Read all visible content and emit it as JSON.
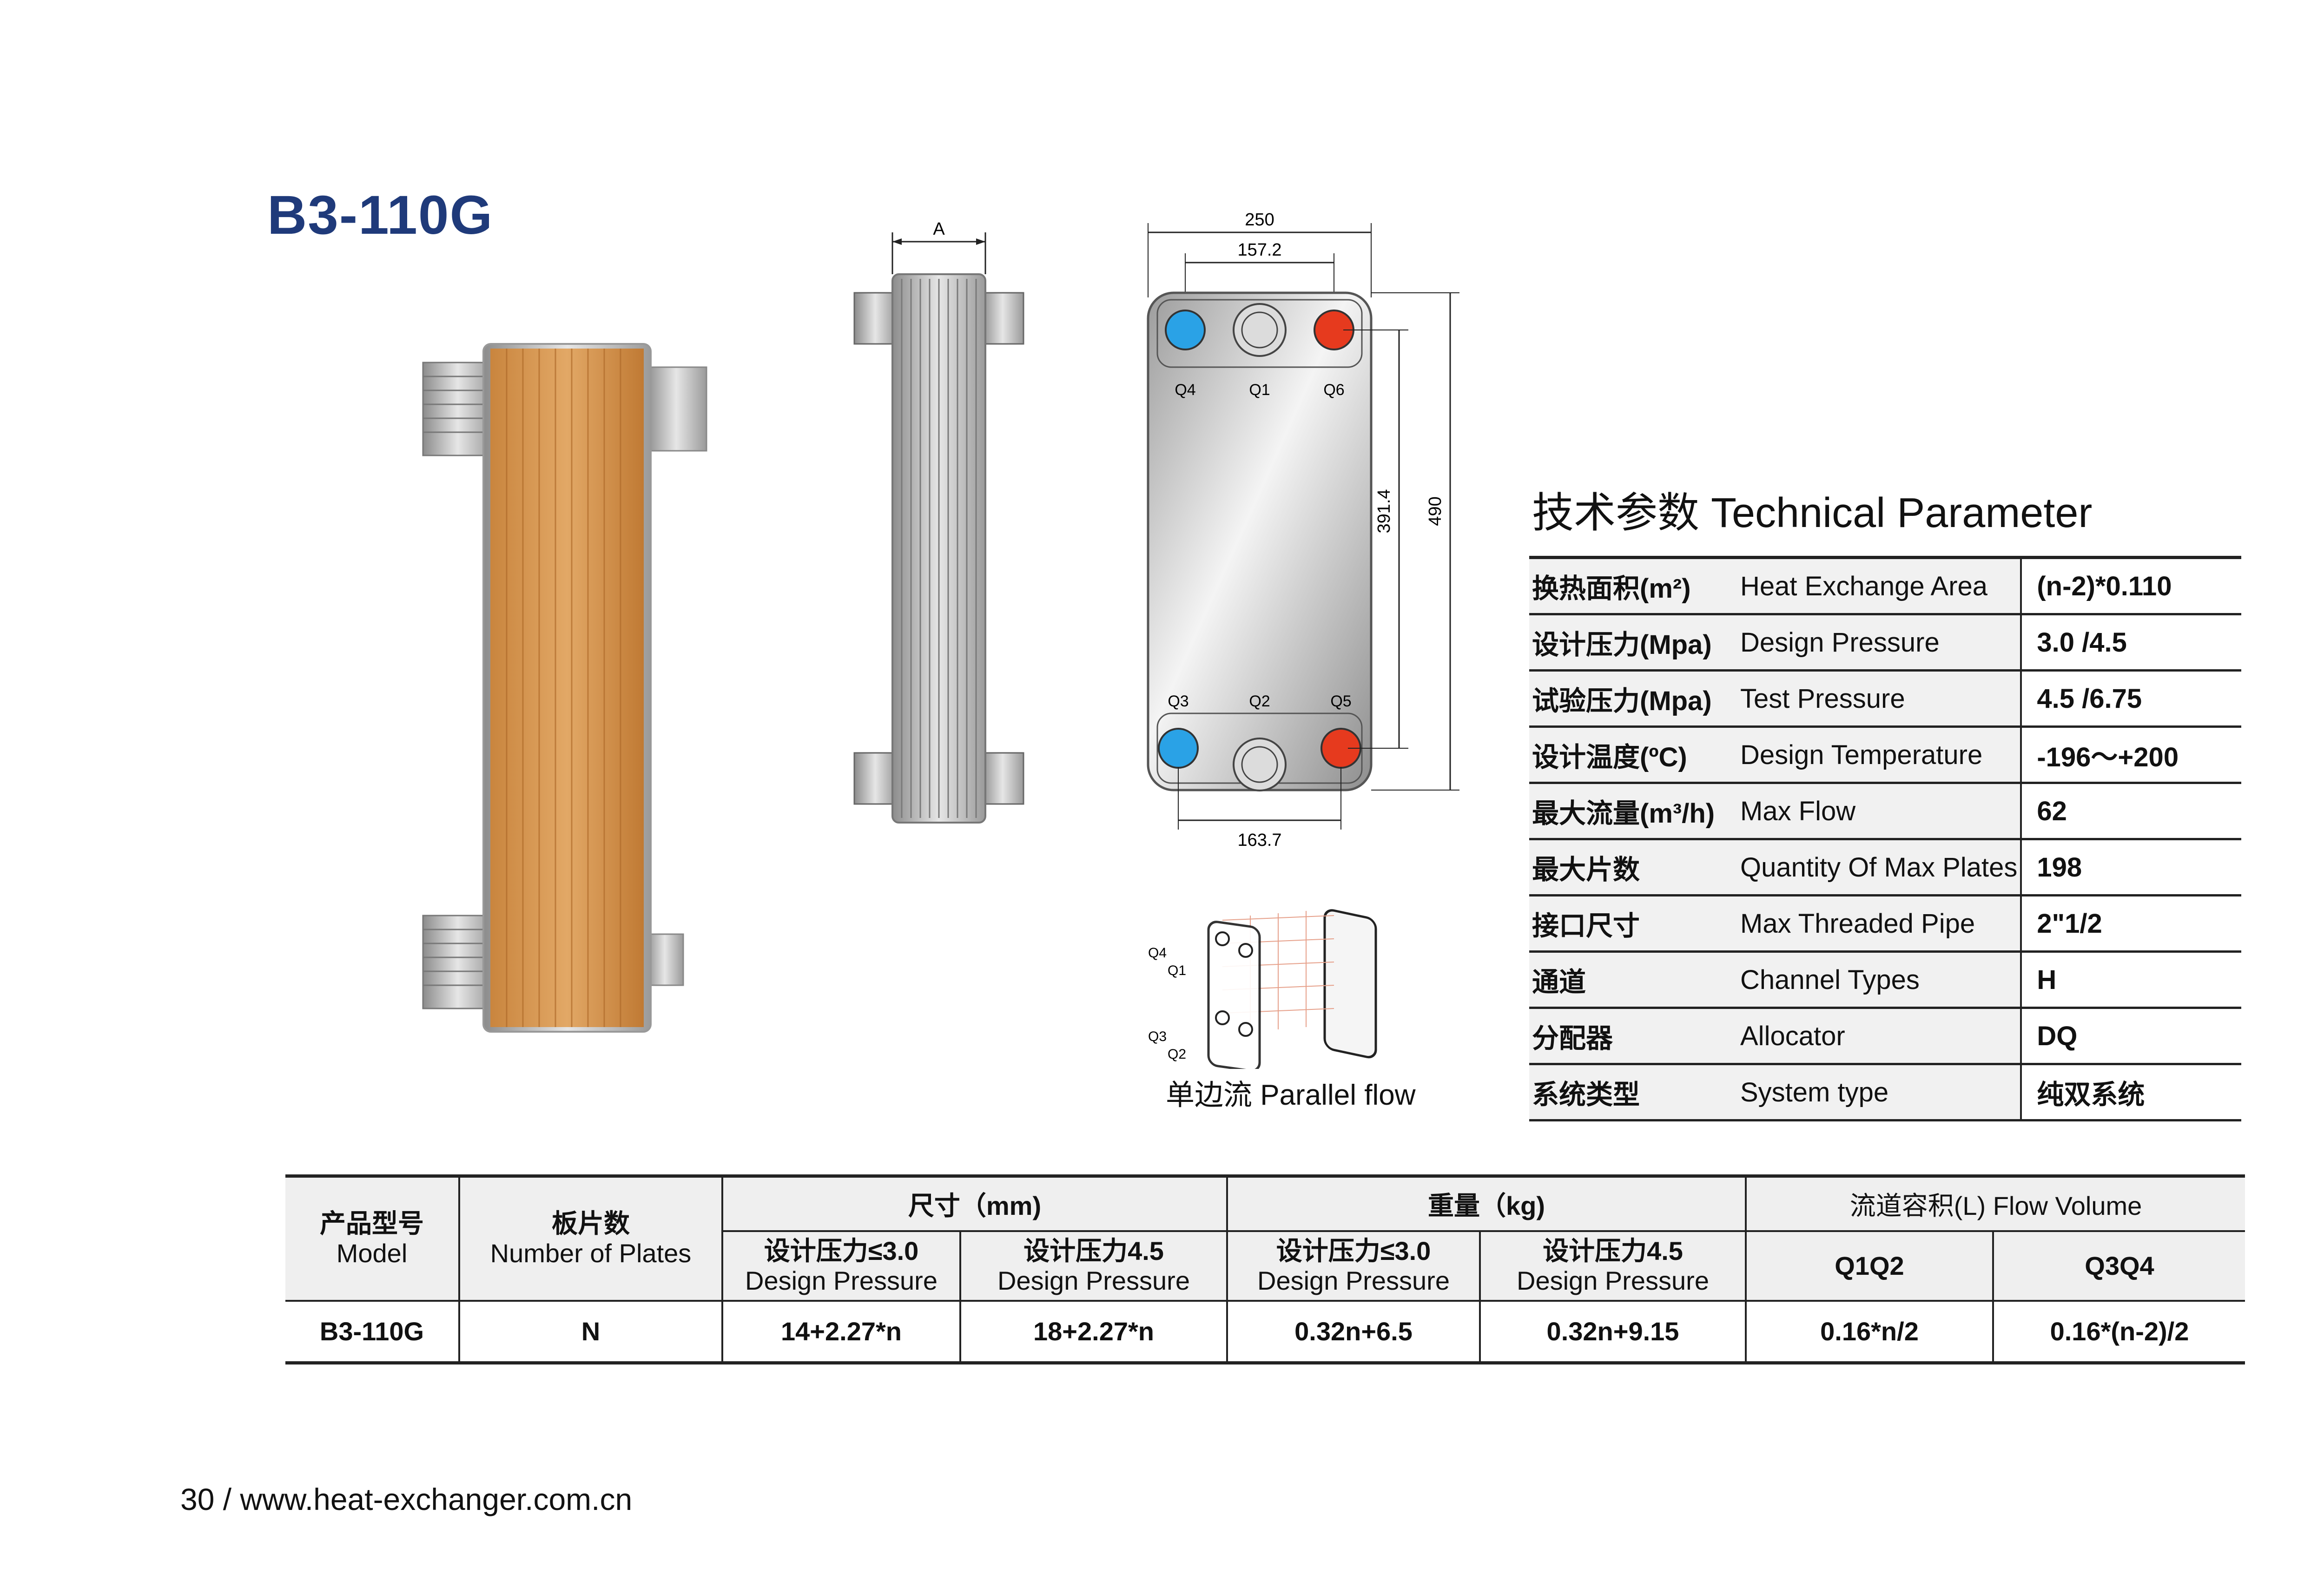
{
  "product_title": "B3-110G",
  "diagram": {
    "dim_A": "A",
    "dim_width_total": "250",
    "dim_port_spacing_top": "157.2",
    "dim_port_spacing_bottom": "163.7",
    "dim_port_vertical": "391.4",
    "dim_height_total": "490",
    "port_labels_top": [
      "Q4",
      "Q1",
      "Q6"
    ],
    "port_labels_bottom": [
      "Q3",
      "Q2",
      "Q5"
    ],
    "flow_labels": [
      "Q4",
      "Q1",
      "Q3",
      "Q2"
    ],
    "flow_caption": "单边流  Parallel flow",
    "colors": {
      "cold_port": "#2aa2e6",
      "hot_port": "#e63a1e",
      "copper": "#d99a55"
    }
  },
  "tech_params": {
    "heading": "技术参数  Technical Parameter",
    "rows": [
      {
        "cn": "换热面积(m²)",
        "en": "Heat Exchange Area",
        "value": "(n-2)*0.110"
      },
      {
        "cn": "设计压力(Mpa)",
        "en": "Design Pressure",
        "value": "3.0 /4.5"
      },
      {
        "cn": "试验压力(Mpa)",
        "en": "Test Pressure",
        "value": "4.5 /6.75"
      },
      {
        "cn": "设计温度(ºC)",
        "en": "Design Temperature",
        "value": "-196～+200"
      },
      {
        "cn": "最大流量(m³/h)",
        "en": "Max Flow",
        "value": "62"
      },
      {
        "cn": "最大片数",
        "en": "Quantity Of Max Plates",
        "value": "198"
      },
      {
        "cn": "接口尺寸",
        "en": "Max Threaded Pipe",
        "value": "2\"1/2"
      },
      {
        "cn": "通道",
        "en": "Channel Types",
        "value": "H"
      },
      {
        "cn": "分配器",
        "en": "Allocator",
        "value": "DQ"
      },
      {
        "cn": "系统类型",
        "en": "System type",
        "value": "纯双系统"
      }
    ]
  },
  "model_table": {
    "h_model_cn": "产品型号",
    "h_model_en": "Model",
    "h_plates": "板片数",
    "h_plates_en": "Number of Plates",
    "h_size": "尺寸（mm)",
    "h_weight": "重量（kg)",
    "h_flow": "流道容积(L)  Flow Volume",
    "sub_dp30_cn": "设计压力≤3.0",
    "sub_dp45_cn": "设计压力4.5",
    "sub_dp_en": "Design Pressure",
    "sub_q1q2": "Q1Q2",
    "sub_q3q4": "Q3Q4",
    "row": {
      "model": "B3-110G",
      "plates": "N",
      "size_30": "14+2.27*n",
      "size_45": "18+2.27*n",
      "weight_30": "0.32n+6.5",
      "weight_45": "0.32n+9.15",
      "flow_q1q2": "0.16*n/2",
      "flow_q3q4": "0.16*(n-2)/2"
    }
  },
  "footer": "30 / www.heat-exchanger.com.cn"
}
